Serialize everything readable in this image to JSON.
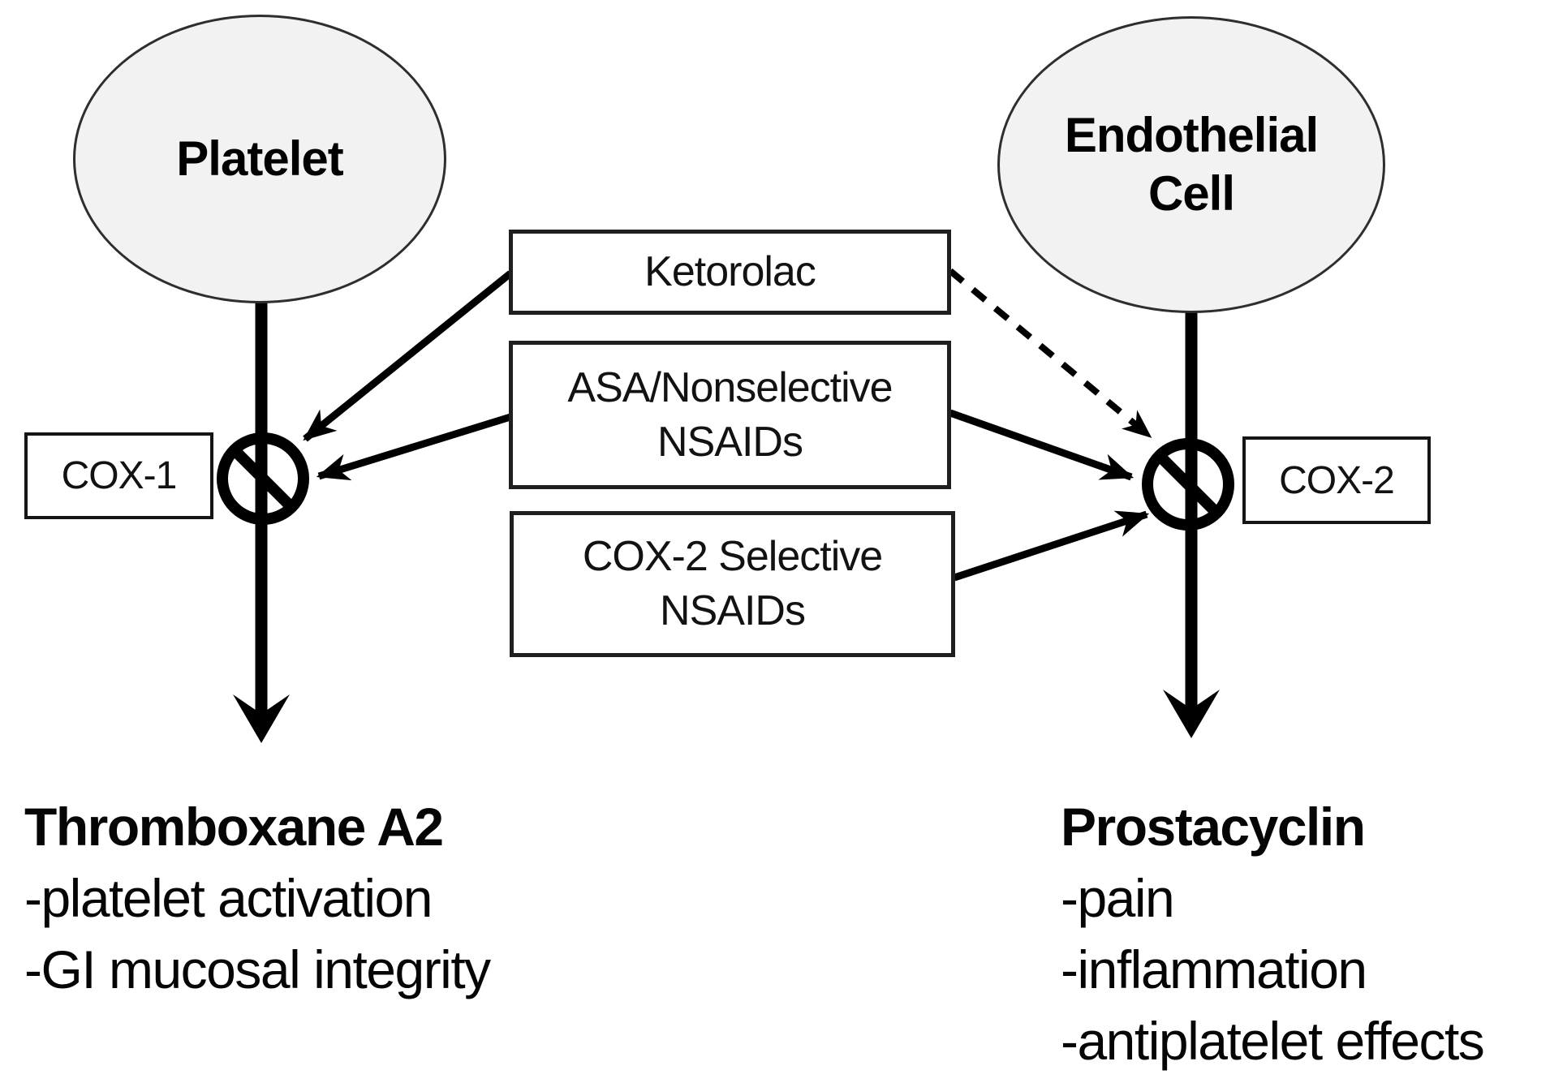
{
  "cells": {
    "platelet": {
      "label": "Platelet"
    },
    "endothelial": {
      "label": "Endothelial\nCell"
    }
  },
  "drugs": {
    "ketorolac": {
      "label": "Ketorolac"
    },
    "asa_nonselective": {
      "label": "ASA/Nonselective\nNSAIDs"
    },
    "cox2_selective": {
      "label": "COX-2 Selective\nNSAIDs"
    }
  },
  "enzymes": {
    "cox1": {
      "label": "COX-1"
    },
    "cox2": {
      "label": "COX-2"
    }
  },
  "products": {
    "thromboxane": {
      "title": "Thromboxane A2",
      "effects": [
        "-platelet activation",
        "-GI mucosal integrity"
      ]
    },
    "prostacyclin": {
      "title": "Prostacyclin",
      "effects": [
        "-pain",
        "-inflammation",
        "-antiplatelet effects"
      ]
    }
  },
  "icons": {
    "no_symbol_cox1": "prohibition-sign",
    "no_symbol_cox2": "prohibition-sign"
  },
  "connections": {
    "ketorolac_to_cox1": "solid",
    "ketorolac_to_cox2": "dashed",
    "asa_to_cox1": "solid",
    "asa_to_cox2": "solid",
    "cox2_selective_to_cox2": "solid",
    "platelet_to_thromboxane": "thick-solid",
    "endothelial_to_prostacyclin": "thick-solid"
  },
  "colors": {
    "ink": "#000000",
    "cell_fill": "#f2f2f2",
    "box_border": "#1f1f1f",
    "background": "#ffffff"
  }
}
